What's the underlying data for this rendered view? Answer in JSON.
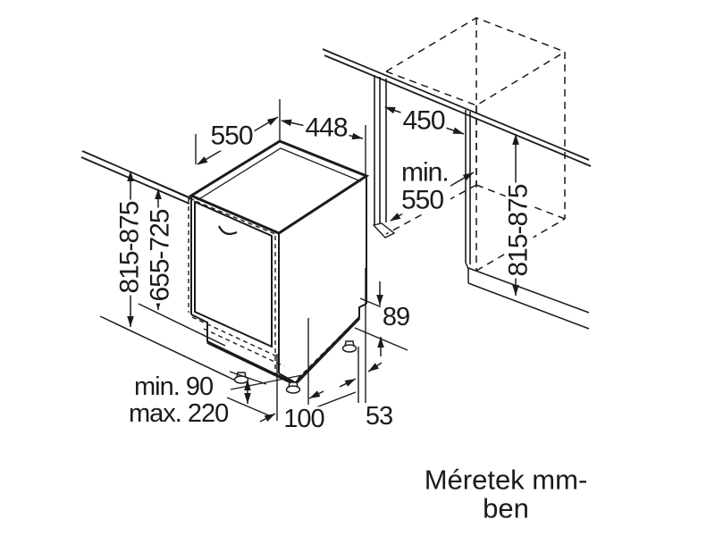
{
  "diagram": {
    "caption": "Méretek mm-ben",
    "dimensions": {
      "top_depth": "550",
      "top_width": "448",
      "niche_width": "450",
      "niche_depth": "min.\n550",
      "niche_height": "815-875",
      "appliance_height": "815-875",
      "door_panel_height": "655-725",
      "rear_recess_height": "89",
      "rear_clearance": "53",
      "foot_setback": "100",
      "plinth_min": "min. 90",
      "plinth_max": "max. 220"
    },
    "line_color": "#1b1b1b"
  }
}
